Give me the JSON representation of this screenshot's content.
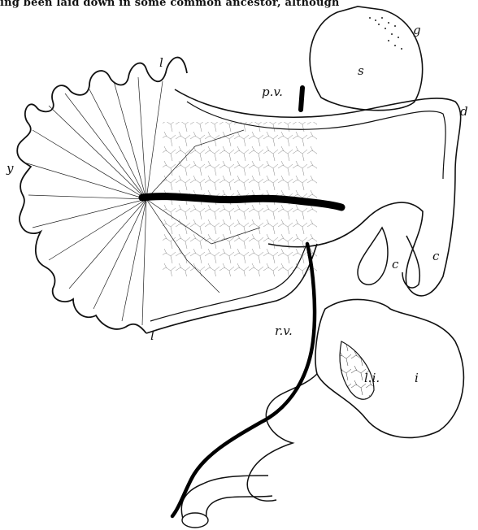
{
  "header_text": "ing been laid down in some common ancestor, although",
  "labels": {
    "l_top": "l",
    "l_bottom": "l",
    "pv": "p.v.",
    "g": "g",
    "s": "s",
    "d": "d",
    "y": "y",
    "c_left": "c",
    "c_right": "c",
    "rv": "r.v.",
    "li": "l.i.",
    "i": "i"
  },
  "colors": {
    "ink": "#111111",
    "paper": "#ffffff"
  }
}
